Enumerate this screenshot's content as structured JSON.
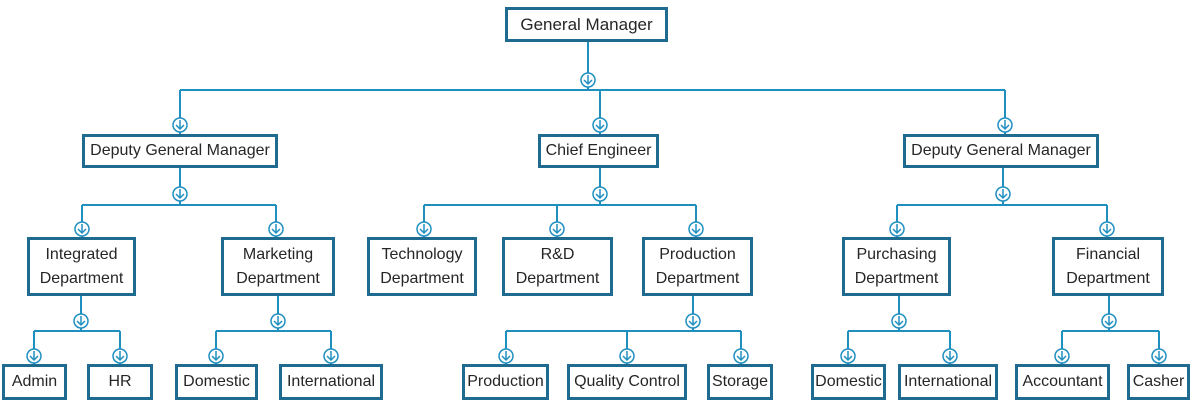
{
  "colors": {
    "border": "#1f6b8f",
    "connector": "#1f8fc0",
    "text": "#262626"
  },
  "nodes": {
    "general_manager": "General Manager",
    "deputy_gm_left": "Deputy General Manager",
    "chief_engineer": "Chief Engineer",
    "deputy_gm_right": "Deputy General Manager",
    "integrated_dept": "Integrated\nDepartment",
    "marketing_dept": "Marketing\nDepartment",
    "technology_dept": "Technology\nDepartment",
    "rd_dept": "R&D\nDepartment",
    "production_dept": "Production\nDepartment",
    "purchasing_dept": "Purchasing\nDepartment",
    "financial_dept": "Financial\nDepartment",
    "admin": "Admin",
    "hr": "HR",
    "marketing_domestic": "Domestic",
    "marketing_international": "International",
    "production": "Production",
    "quality_control": "Quality Control",
    "storage": "Storage",
    "purchasing_domestic": "Domestic",
    "purchasing_international": "International",
    "accountant": "Accountant",
    "casher": "Casher"
  }
}
